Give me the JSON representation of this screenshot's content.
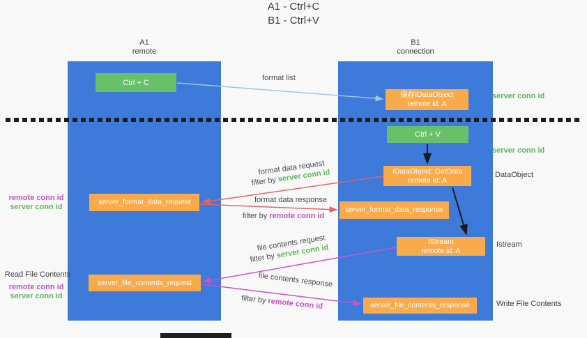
{
  "title": {
    "line1": "A1 - Ctrl+C",
    "line2": "B1 - Ctrl+V"
  },
  "lanes": {
    "left": {
      "name": "A1",
      "role": "remote"
    },
    "right": {
      "name": "B1",
      "role": "connection"
    }
  },
  "nodes": {
    "ctrl_c": {
      "label": "Ctrl + C"
    },
    "ctrl_v": {
      "label": "Ctrl + V"
    },
    "save_dataobject": {
      "line1": "保存IDataObject",
      "line2": "remote id: A"
    },
    "getdata": {
      "line1": "IDataObject::GetData",
      "line2": "remote id: A"
    },
    "istream": {
      "line1": "IStream",
      "line2": "remote id: A"
    },
    "format_request": {
      "label": "server_format_data_request"
    },
    "format_response": {
      "label": "server_format_data_response"
    },
    "file_request": {
      "label": "server_file_contents_request"
    },
    "file_response": {
      "label": "server_file_contents_response"
    }
  },
  "arrow_labels": {
    "format_list": "format list",
    "format_request": {
      "title": "format data request",
      "filter": "filter by",
      "conn": "server conn id"
    },
    "format_response": {
      "title": "format data response",
      "filter": "filter by",
      "conn": "remote conn id"
    },
    "file_request": {
      "title": "file contents request",
      "filter": "filter by",
      "conn": "server conn id"
    },
    "file_response": {
      "title": "file contents response",
      "filter": "filter by",
      "conn": "remote conn id"
    }
  },
  "annotations": {
    "server_conn_id_top": "server conn id",
    "server_conn_id_mid": "server conn id",
    "dataobject": "DataObject",
    "istream": "Istream",
    "read_file_contents": "Read File Contents",
    "write_file_contents": "Write File Contents",
    "format_row": {
      "remote_conn_id": "remote conn id",
      "server_conn_id": "server conn id"
    },
    "file_row": {
      "remote_conn_id": "remote conn id",
      "server_conn_id": "server conn id"
    }
  },
  "colors": {
    "lane_blue": "#3d7ad9",
    "box_green": "#67c168",
    "box_orange": "#f9ab4b",
    "text_green": "#5cb85c",
    "text_magenta": "#c650c6",
    "arrow_red": "#e06666",
    "arrow_blue": "#9fc5e8",
    "arrow_magenta": "#cd52cd",
    "arrow_black": "#1a1a1a"
  }
}
